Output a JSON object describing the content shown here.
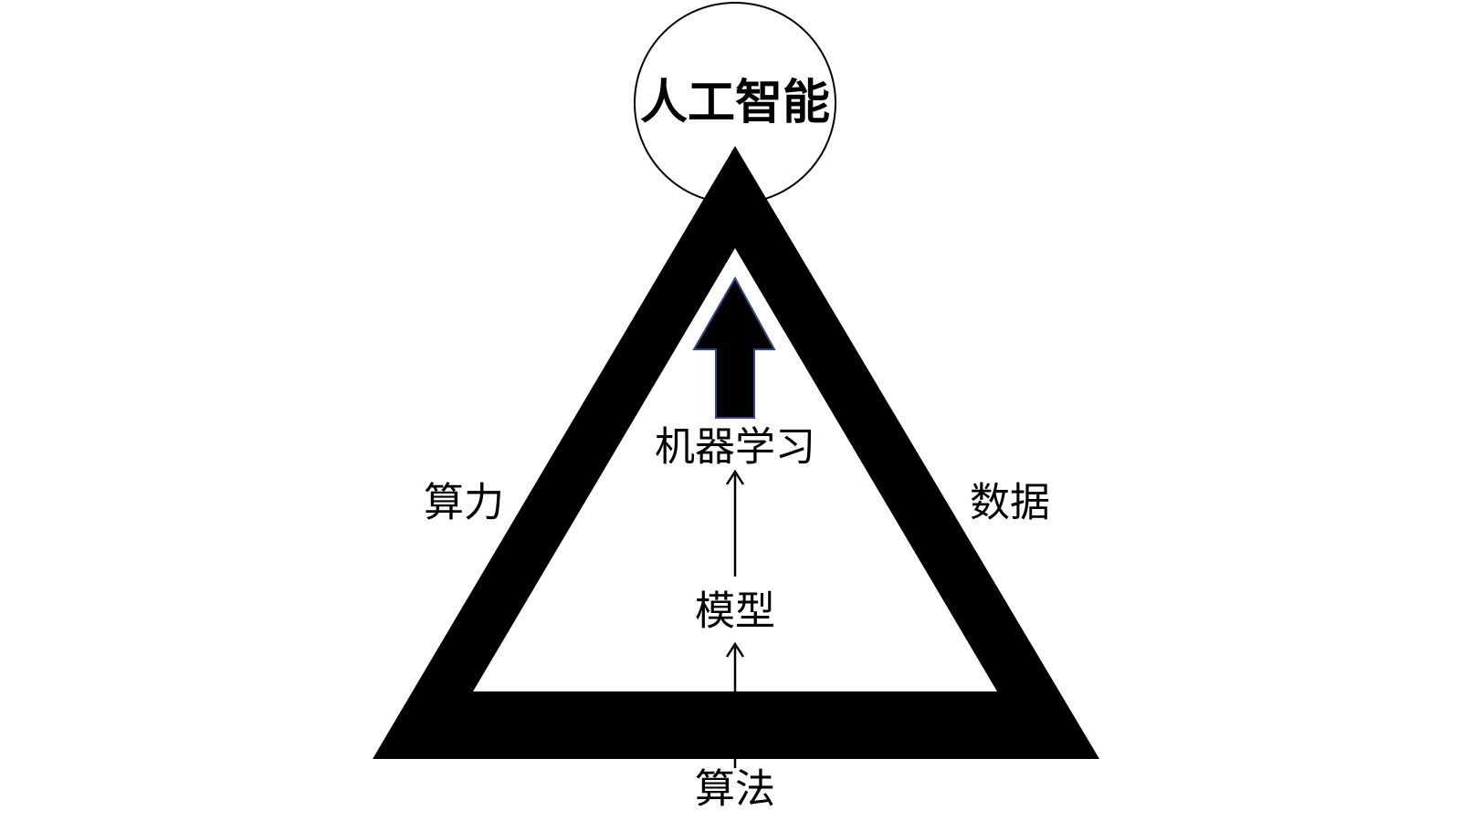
{
  "diagram": {
    "top_node": "人工智能",
    "left_label": "算力",
    "right_label": "数据",
    "bottom_label": "算法",
    "inner_top_label": "机器学习",
    "inner_mid_label": "模型"
  },
  "colors": {
    "background": "#ffffff",
    "triangle": "#000000",
    "circle_stroke": "#000000",
    "arrow_fill": "#000000",
    "arrow_stroke": "#2f4a8a"
  }
}
